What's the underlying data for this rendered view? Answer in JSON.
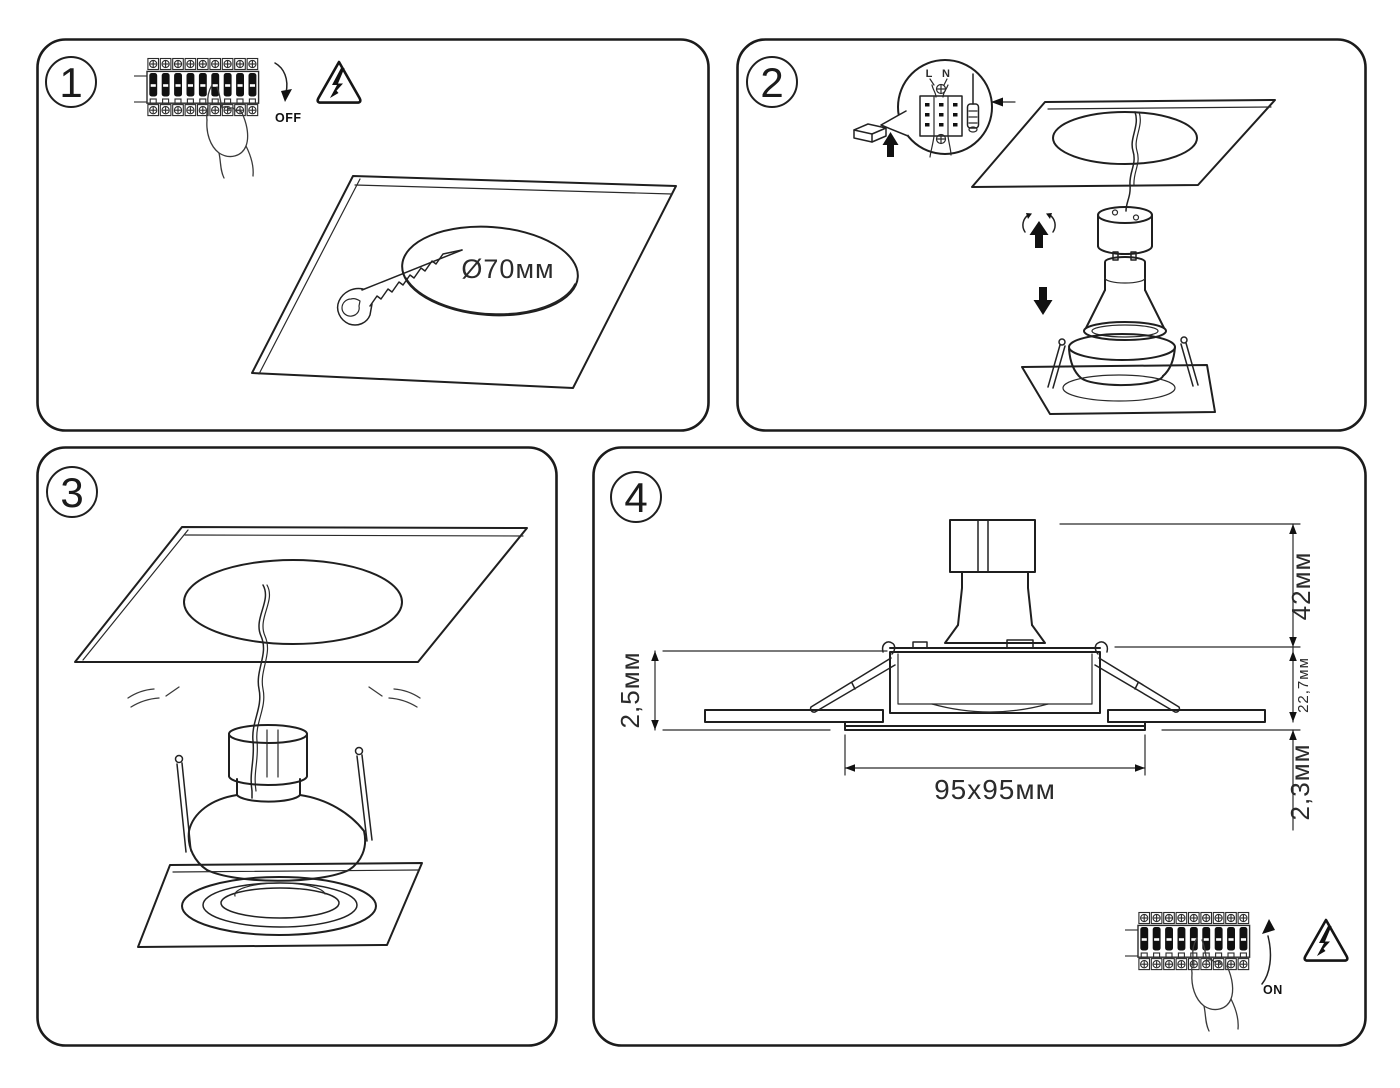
{
  "document": {
    "background": "#ffffff",
    "ink": "#1f1f1f",
    "type": "recessed-downlight-installation-instructions"
  },
  "steps": [
    {
      "number": "1",
      "power_label": "OFF",
      "hole_diameter": "Ø70мм"
    },
    {
      "number": "2",
      "terminal_live": "L",
      "terminal_neutral": "N"
    },
    {
      "number": "3"
    },
    {
      "number": "4",
      "power_label": "ON",
      "dimensions": {
        "height_above_ceiling": "42мм",
        "recessed_depth": "22,7мм",
        "flange_thickness": "2,5мм",
        "trim_lip": "2,3мм",
        "cutout_plate": "95x95мм"
      }
    }
  ]
}
